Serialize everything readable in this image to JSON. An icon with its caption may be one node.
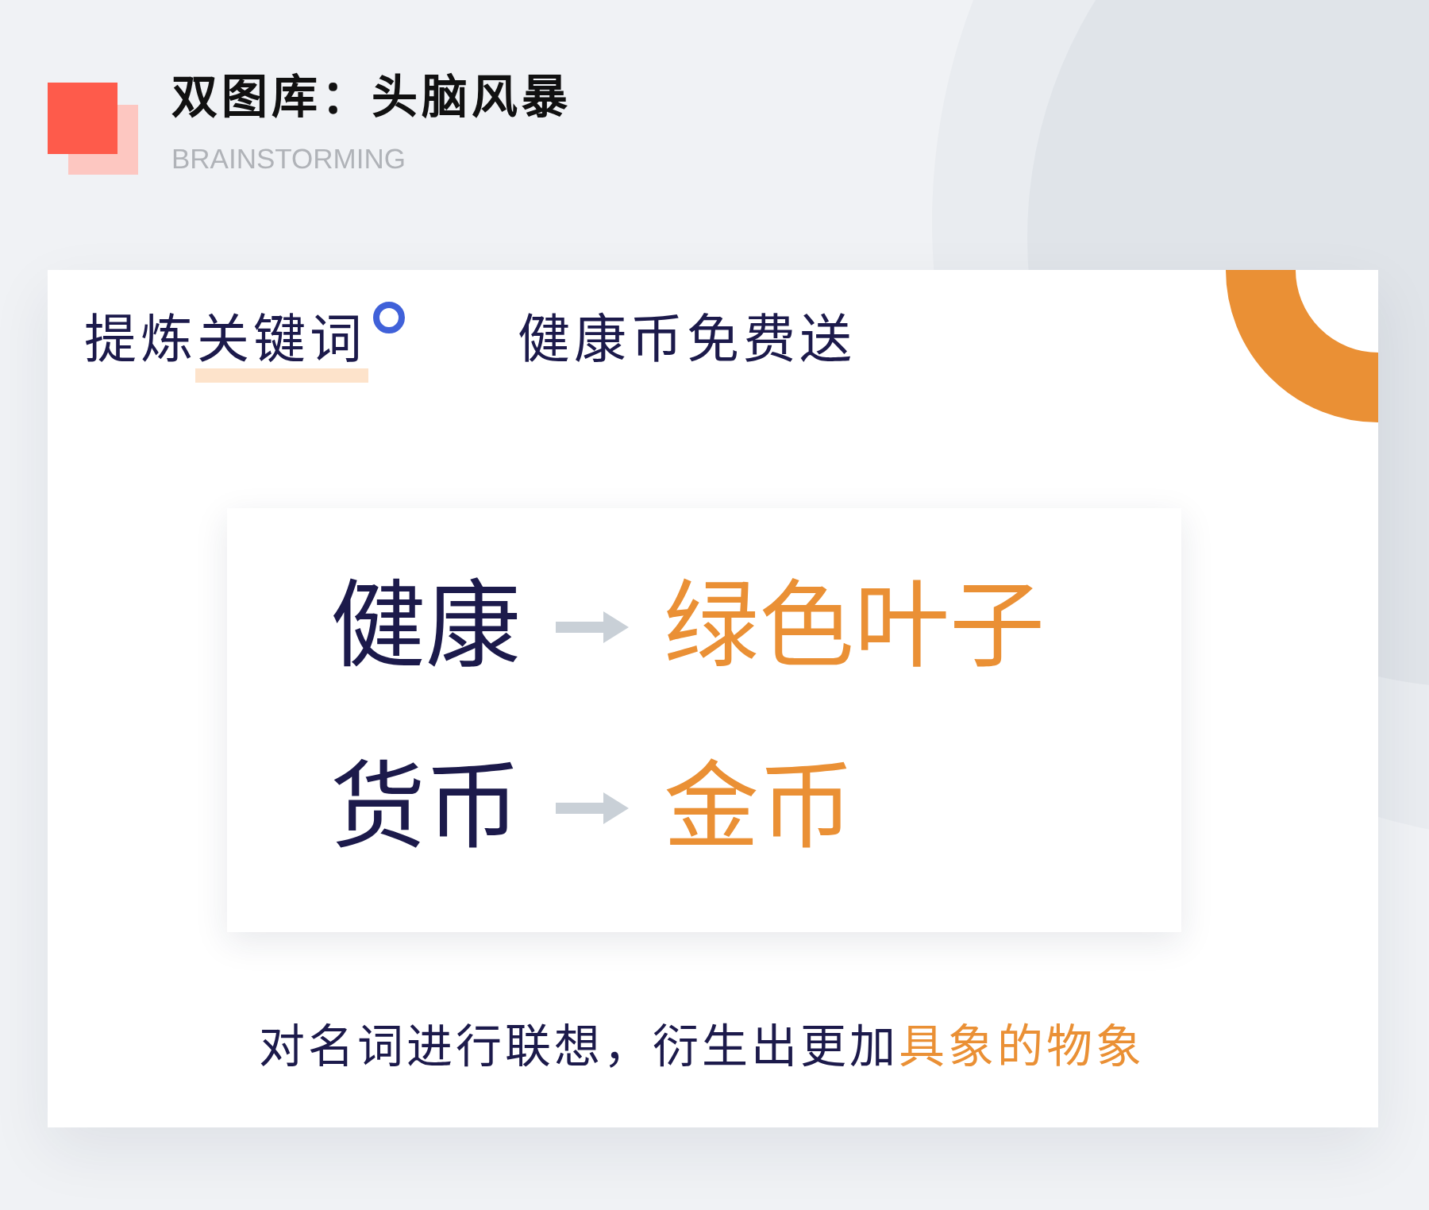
{
  "diagram": {
    "title": "双图库：头脑风暴",
    "nodes": [
      {
        "text": [
          "提炼关键词",
          "健康币免费送",
          "对名词进行联想，衍生出更加**具象的物象**"
        ]
      },
      {
        "text": [],
        "shape": "box",
        "in": 0
      },
      {
        "text": [
          "健康"
        ],
        "in": 1
      },
      {
        "text": [
          "绿色叶子"
        ],
        "in": 1
      },
      {
        "text": [
          "货币"
        ],
        "in": 1
      },
      {
        "text": [
          "金币"
        ],
        "in": 1
      }
    ],
    "edges": [
      {
        "from": 2,
        "to": 3,
        "arrow": "to"
      },
      {
        "from": 4,
        "to": 5,
        "arrow": "to"
      }
    ],
    "labels": [
      "BRAINSTORMING"
    ]
  }
}
